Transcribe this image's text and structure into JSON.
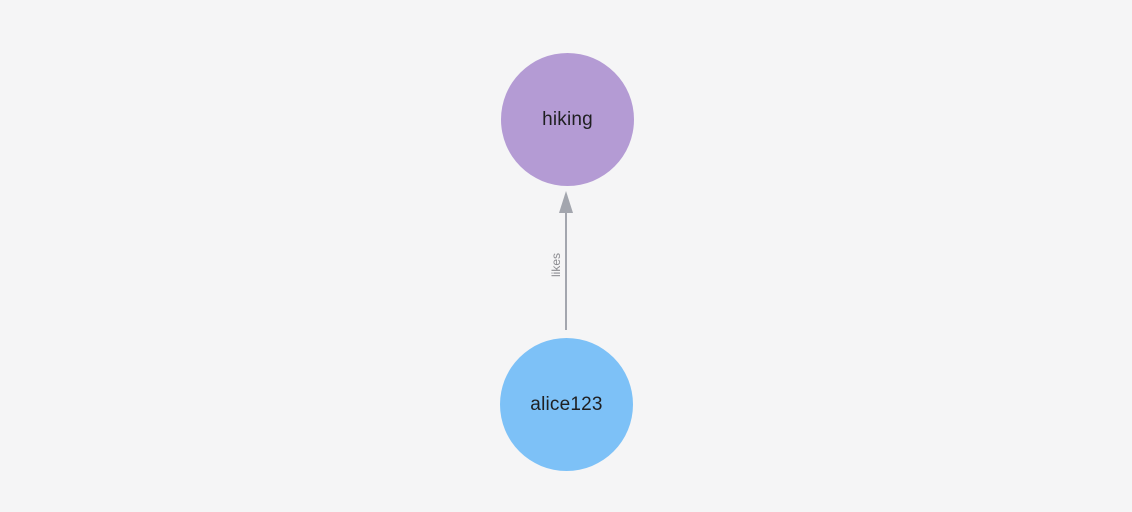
{
  "canvas": {
    "background": "#f5f5f6"
  },
  "graph": {
    "type": "directed-graph",
    "nodes": [
      {
        "id": "hiking",
        "label": "hiking",
        "color": "#b49bd4",
        "text_color": "#1f1f21",
        "shape": "circle"
      },
      {
        "id": "alice123",
        "label": "alice123",
        "color": "#7dc1f7",
        "text_color": "#1f1f21",
        "shape": "circle"
      }
    ],
    "edges": [
      {
        "source": "alice123",
        "target": "hiking",
        "label": "likes",
        "color": "#a3a6ae",
        "label_color": "#8c8c91",
        "direction": "up"
      }
    ]
  }
}
